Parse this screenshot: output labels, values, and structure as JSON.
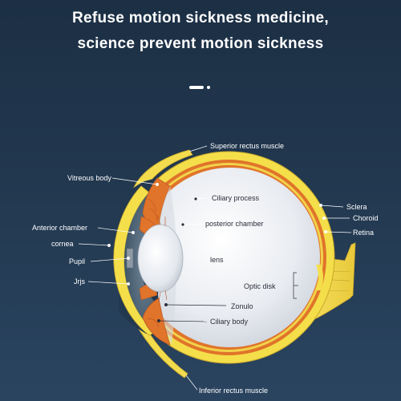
{
  "header": {
    "title_line1": "Refuse motion sickness medicine,",
    "title_line2": "science prevent motion sickness"
  },
  "labels": {
    "superior_rectus": "Superior rectus muscle",
    "vitreous_body": "Vitreous body",
    "ciliary_process": "Ciliary process",
    "posterior_chamber": "posterior chamber",
    "lens": "lens",
    "optic_disk": "Optic disk",
    "zonulo": "Zonulo",
    "ciliary_body": "Ciliary body",
    "sclera": "Sclera",
    "choroid": "Choroid",
    "retina": "Retina",
    "anterior_chamber": "Anterior chamber",
    "cornea": "cornea",
    "pupil": "Pupil",
    "irjs": "Jrjs",
    "inferior_rectus": "Inferior rectus muscle"
  },
  "colors": {
    "background": "#1f344b",
    "sclera": "#f4df4a",
    "choroid": "#e0742a",
    "retina": "#c74a2c",
    "eyeball": "#eceff3",
    "nerve": "#f2dc4e"
  }
}
